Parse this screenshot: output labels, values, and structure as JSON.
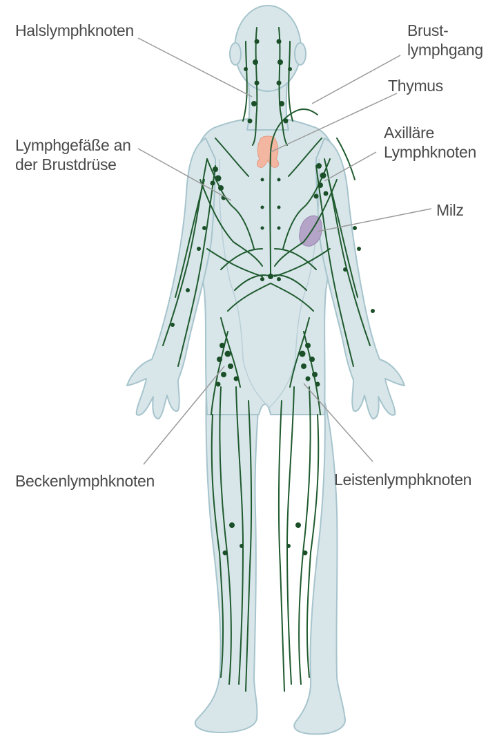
{
  "labels": {
    "halslymphknoten": "Halslymphknoten",
    "brustlymphgang": "Brust-\nlymphgang",
    "thymus": "Thymus",
    "lymphgefaesse": "Lymphgefäße an\nder Brustdrüse",
    "axillaere": "Axilläre\nLymphknoten",
    "milz": "Milz",
    "beckenlymphknoten": "Beckenlymphknoten",
    "leistenlymphknoten": "Leistenlymphknoten"
  },
  "colors": {
    "body_fill": "#d8e6ea",
    "body_outline": "#a6c4cc",
    "vessel": "#1f5a2e",
    "node": "#1a4f28",
    "thymus": "#f3b6a0",
    "spleen": "#b4a4c8",
    "leader_line": "#9a9a9a",
    "label_text": "#4a4a4a"
  }
}
